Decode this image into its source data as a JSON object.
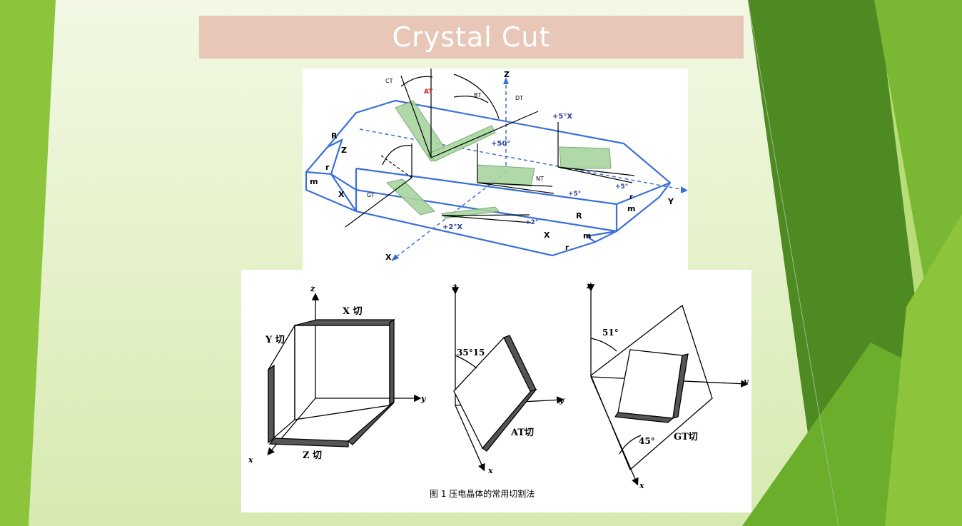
{
  "slide": {
    "title": "Crystal Cut"
  },
  "top_diagram": {
    "axis_labels": {
      "z": "Z",
      "y": "Y",
      "x": "X"
    },
    "cut_labels": {
      "ct": "CT",
      "at": "AT",
      "bt": "BT",
      "dt": "DT",
      "gt": "GT",
      "nt": "NT"
    },
    "face_labels": {
      "R_left": "R",
      "Z_left": "Z",
      "r_left": "r",
      "m_left": "m",
      "X_left": "X",
      "R_right": "R",
      "r_right": "r",
      "m_right": "m",
      "X_bottom": "X",
      "m_bottom": "m",
      "r_bottom": "r"
    },
    "angle_labels": {
      "plus5x": "+5°X",
      "plus50": "+50°",
      "plus5_nt": "+5°",
      "plus5_right": "+5°",
      "plus2x": "+2°X",
      "plus2": "+2°"
    }
  },
  "bottom_diagram": {
    "panel1": {
      "z": "z",
      "y": "y",
      "x": "x",
      "x_cut": "X 切",
      "y_cut": "Y 切",
      "z_cut": "Z 切"
    },
    "panel2": {
      "z": "z",
      "y": "y",
      "x": "x",
      "angle": "35°15",
      "cut": "AT切"
    },
    "panel3": {
      "z": "z",
      "y": "y",
      "x": "x",
      "angle_top": "51°",
      "angle_bottom": "45°",
      "cut": "GT切"
    },
    "caption": "图 1  压电晶体的常用切割法"
  },
  "colors": {
    "title_bg": "#e8c6b8",
    "accent_green": "#7ab833",
    "dark_green": "#4e8a22",
    "crystal_blue": "#3a6fd8",
    "plate_green": "#a8d4a0"
  }
}
